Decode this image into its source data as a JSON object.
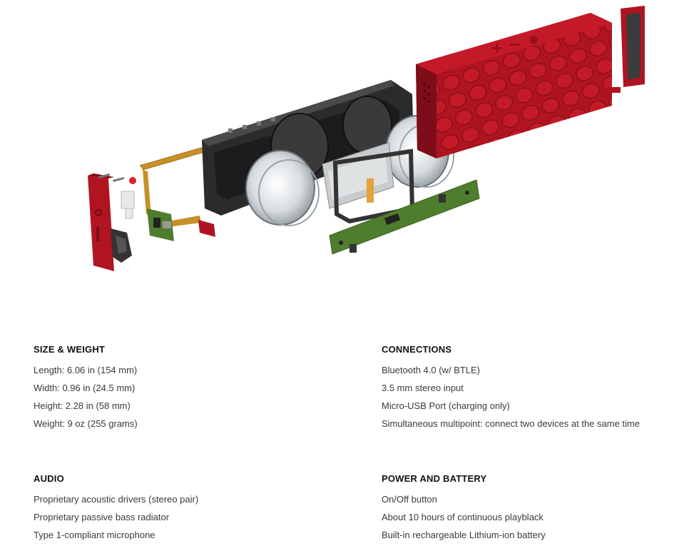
{
  "colors": {
    "speaker_red": "#b01421",
    "frame_dark": "#2b2b2b",
    "pcb_green": "#4f7d2e",
    "flex_cable": "#c8902a",
    "heading": "#111111",
    "body_text": "#3a3a3a"
  },
  "hero_image": {
    "icons": [
      "exploded-speaker-illustration"
    ]
  },
  "specs": {
    "size_weight": {
      "heading": "SIZE & WEIGHT",
      "items": [
        "Length: 6.06 in (154 mm)",
        "Width: 0.96 in (24.5 mm)",
        "Height: 2.28 in (58 mm)",
        "Weight: 9 oz (255 grams)"
      ]
    },
    "connections": {
      "heading": "CONNECTIONS",
      "items": [
        "Bluetooth 4.0 (w/ BTLE)",
        "3.5 mm stereo input",
        "Micro-USB Port (charging only)",
        "Simultaneous multipoint: connect two devices at the same time"
      ]
    },
    "audio": {
      "heading": "AUDIO",
      "items": [
        "Proprietary acoustic drivers (stereo pair)",
        "Proprietary passive bass radiator",
        "Type 1-compliant microphone"
      ]
    },
    "power_battery": {
      "heading": "POWER AND BATTERY",
      "items": [
        "On/Off button",
        "About 10 hours of continuous playblack",
        "Built-in rechargeable Lithium-ion battery"
      ]
    }
  }
}
